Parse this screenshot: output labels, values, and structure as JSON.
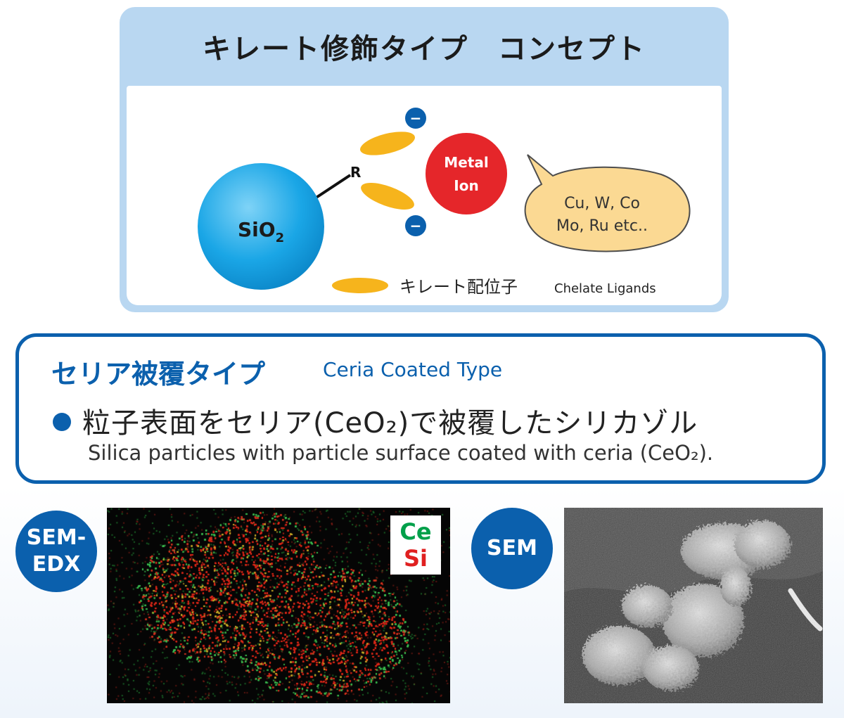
{
  "concept": {
    "title": "キレート修飾タイプ　コンセプト",
    "sio2_label": "SiO",
    "sio2_sub": "2",
    "r_label": "R",
    "minus_sign": "−",
    "metal_ion_line1": "Metal",
    "metal_ion_line2": "Ion",
    "metals_line1": "Cu, W, Co",
    "metals_line2": "Mo, Ru etc..",
    "legend_jp": "キレート配位子",
    "legend_en": "Chelate Ligands",
    "colors": {
      "panel": "#b9d7f1",
      "sio2": "#1aa6e6",
      "metal_ion": "#e5262a",
      "ligand": "#f6b41c",
      "bubble": "#fbd993",
      "minus": "#0b60ad"
    }
  },
  "ceria": {
    "title_jp": "セリア被覆タイプ",
    "title_en": "Ceria Coated Type",
    "desc_jp": "粒子表面をセリア(CeO₂)で被覆したシリカゾル",
    "desc_en": "Silica particles with particle surface coated with ceria (CeO₂).",
    "accent": "#0b60ad"
  },
  "images": {
    "sem_edx_badge_line1": "SEM-",
    "sem_edx_badge_line2": "EDX",
    "sem_badge": "SEM",
    "legend_ce": "Ce",
    "legend_si": "Si"
  }
}
